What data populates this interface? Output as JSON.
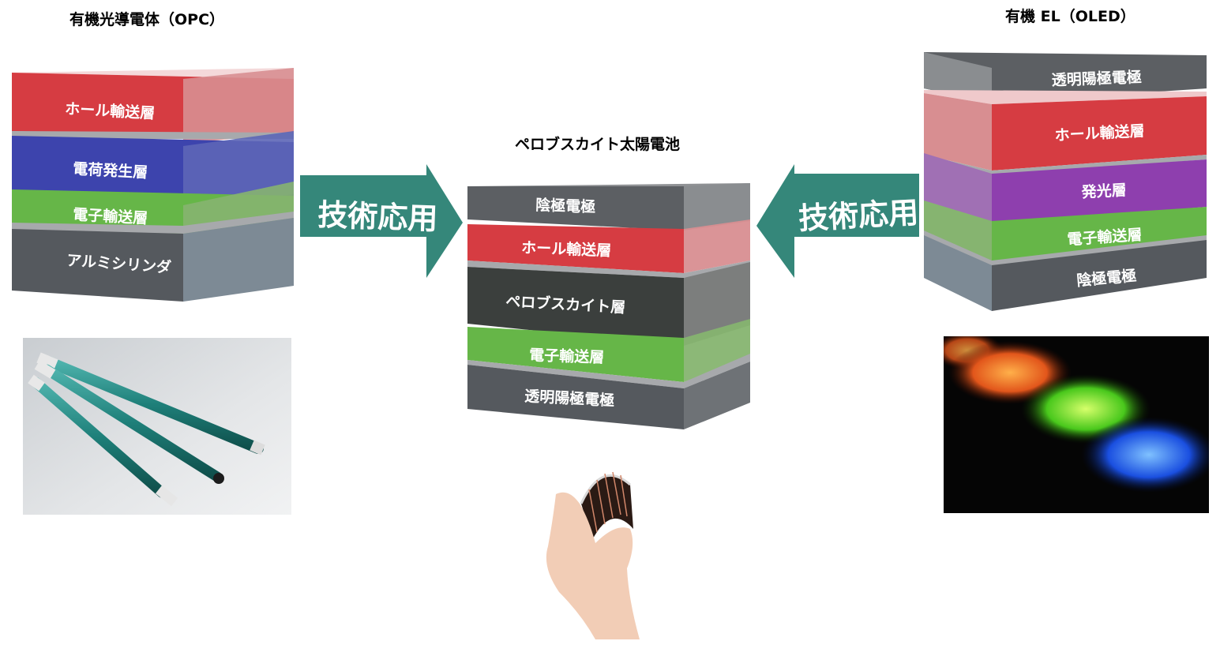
{
  "titles": {
    "opc": "有機光導電体（OPC）",
    "perovskite": "ペロブスカイト太陽電池",
    "oled": "有機 EL（OLED）"
  },
  "arrows": {
    "left_label": "技術応用",
    "right_label": "技術応用",
    "color": "#35877a"
  },
  "opc_stack": {
    "layers": [
      {
        "label": "ホール輸送層",
        "color": "#d63c42"
      },
      {
        "label": "電荷発生層",
        "color": "#3d44ad"
      },
      {
        "label": "電子輸送層",
        "color": "#66b648"
      },
      {
        "label": "アルミシリンダ",
        "color": "#55595e"
      }
    ]
  },
  "perovskite_stack": {
    "layers": [
      {
        "label": "陰極電極",
        "color": "#5c5f63"
      },
      {
        "label": "ホール輸送層",
        "color": "#d63c42"
      },
      {
        "label": "ペロブスカイト層",
        "color": "#3b3f3d"
      },
      {
        "label": "電子輸送層",
        "color": "#66b648"
      },
      {
        "label": "透明陽極電極",
        "color": "#55595e"
      }
    ]
  },
  "oled_stack": {
    "layers": [
      {
        "label": "透明陽極電極",
        "color": "#5c5f63"
      },
      {
        "label": "ホール輸送層",
        "color": "#d63c42"
      },
      {
        "label": "発光層",
        "color": "#8e3fae"
      },
      {
        "label": "電子輸送層",
        "color": "#66b648"
      },
      {
        "label": "陰極電極",
        "color": "#55595e"
      }
    ]
  }
}
